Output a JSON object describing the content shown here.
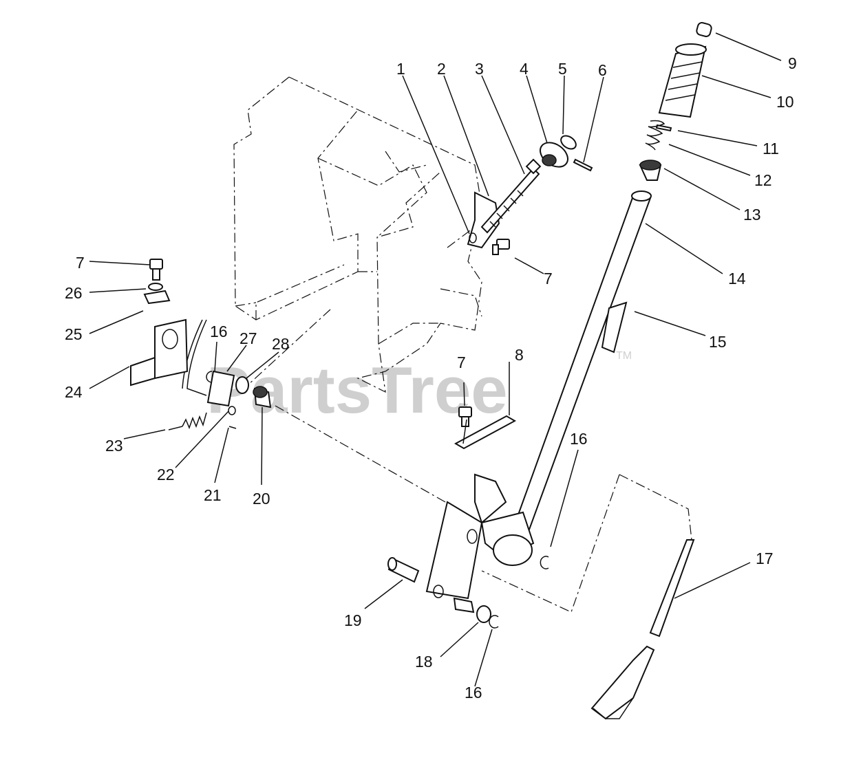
{
  "watermark": {
    "text": "PartsTree",
    "tm": "TM"
  },
  "callouts": [
    {
      "id": "c1",
      "label": "1"
    },
    {
      "id": "c2",
      "label": "2"
    },
    {
      "id": "c3",
      "label": "3"
    },
    {
      "id": "c4",
      "label": "4"
    },
    {
      "id": "c5",
      "label": "5"
    },
    {
      "id": "c6",
      "label": "6"
    },
    {
      "id": "c7a",
      "label": "7"
    },
    {
      "id": "c7b",
      "label": "7"
    },
    {
      "id": "c7c",
      "label": "7"
    },
    {
      "id": "c8",
      "label": "8"
    },
    {
      "id": "c9",
      "label": "9"
    },
    {
      "id": "c10",
      "label": "10"
    },
    {
      "id": "c11",
      "label": "11"
    },
    {
      "id": "c12",
      "label": "12"
    },
    {
      "id": "c13",
      "label": "13"
    },
    {
      "id": "c14",
      "label": "14"
    },
    {
      "id": "c15",
      "label": "15"
    },
    {
      "id": "c16a",
      "label": "16"
    },
    {
      "id": "c16b",
      "label": "16"
    },
    {
      "id": "c16c",
      "label": "16"
    },
    {
      "id": "c17",
      "label": "17"
    },
    {
      "id": "c18",
      "label": "18"
    },
    {
      "id": "c19",
      "label": "19"
    },
    {
      "id": "c20",
      "label": "20"
    },
    {
      "id": "c21",
      "label": "21"
    },
    {
      "id": "c22",
      "label": "22"
    },
    {
      "id": "c23",
      "label": "23"
    },
    {
      "id": "c24",
      "label": "24"
    },
    {
      "id": "c25",
      "label": "25"
    },
    {
      "id": "c26",
      "label": "26"
    },
    {
      "id": "c27",
      "label": "27"
    },
    {
      "id": "c28",
      "label": "28"
    }
  ]
}
